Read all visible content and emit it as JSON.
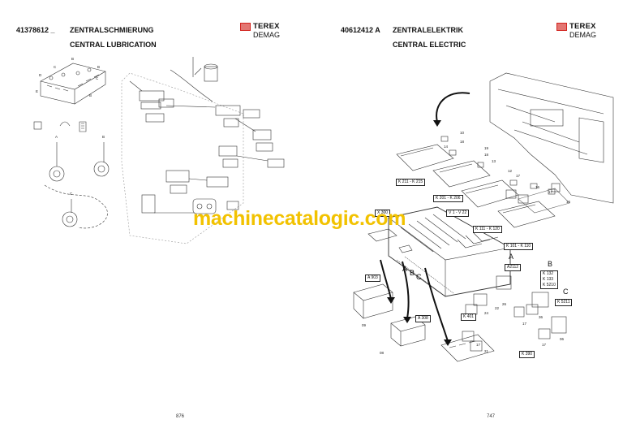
{
  "left_page": {
    "part_number": "41378612 _",
    "title_de": "ZENTRALSCHMIERUNG",
    "title_en": "CENTRAL LUBRICATION",
    "page_number": "876",
    "callouts": [
      "A",
      "B",
      "B",
      "B",
      "C",
      "C",
      "D",
      "E",
      "B",
      "C",
      "C"
    ]
  },
  "right_page": {
    "part_number": "40612412 A",
    "title_de": "ZENTRALELEKTRIK",
    "title_en": "CENTRAL ELECTRIC",
    "page_number": "747",
    "boxes": {
      "k211": "K 211 - K 215",
      "k201": "K 201 - K 206",
      "v1": "V 1 - V 22",
      "k111": "K 111 - K 120",
      "k101": "K 101 - K 110",
      "x300": "X 300",
      "a903": "A 903",
      "a308": "A 308",
      "a2112": "A2112",
      "k132": "K 132",
      "k133": "K 133",
      "k5210": "K 5210",
      "k5211": "K 5211",
      "k401": "K 401",
      "k390": "K 390"
    },
    "letters": {
      "a": "A",
      "b": "B",
      "c": "C"
    },
    "numbers": [
      "10",
      "18",
      "14",
      "19",
      "18",
      "13",
      "12",
      "17",
      "16",
      "17",
      "15",
      "09",
      "08",
      "22",
      "24",
      "26",
      "36",
      "17",
      "06",
      "17",
      "21",
      "17"
    ]
  },
  "logo": {
    "brand": "TEREX",
    "sub": "DEMAG",
    "mark_color": "#d2231e"
  },
  "watermark": {
    "text": "machinecatalogic.com",
    "color": "#f2c200"
  }
}
